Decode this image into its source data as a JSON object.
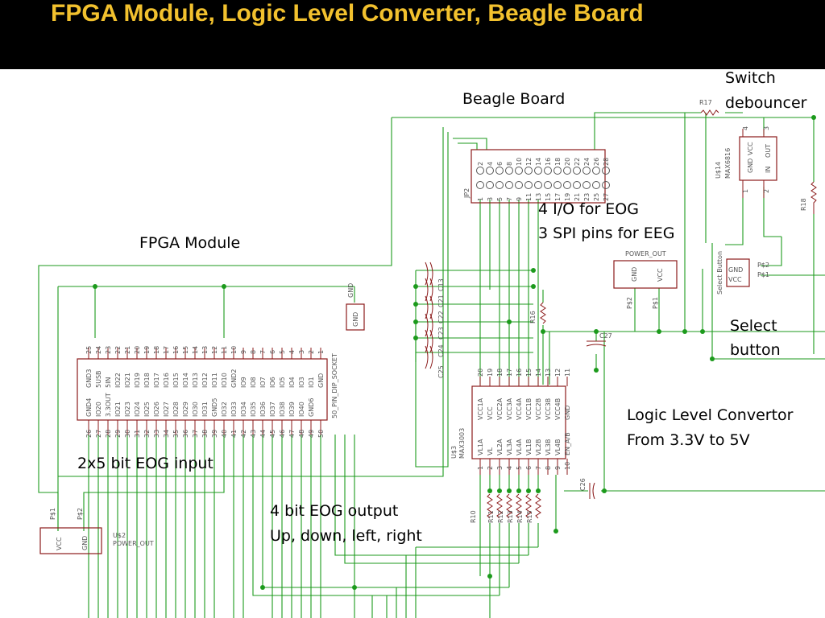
{
  "slide": {
    "title": "FPGA Module, Logic Level Converter, Beagle Board"
  },
  "annotations": {
    "beagle_board": "Beagle Board",
    "switch_debouncer_1": "Switch",
    "switch_debouncer_2": "debouncer",
    "io_eog": "4 I/O for EOG",
    "spi_eeg": "3 SPI pins for EEG",
    "fpga_module": "FPGA Module",
    "select_button_1": "Select",
    "select_button_2": "button",
    "logic_level_1": "Logic Level Convertor",
    "logic_level_2": "From 3.3V to 5V",
    "eog_input": "2x5 bit EOG input",
    "eog_output_1": "4 bit EOG output",
    "eog_output_2": "Up, down, left, right"
  },
  "components": {
    "beagle_header": {
      "ref": "JP2",
      "top_pins": [
        "2",
        "4",
        "6",
        "8",
        "10",
        "12",
        "14",
        "16",
        "18",
        "20",
        "22",
        "24",
        "26",
        "28"
      ],
      "bottom_pins": [
        "1",
        "3",
        "5",
        "7",
        "9",
        "11",
        "13",
        "15",
        "17",
        "19",
        "21",
        "23",
        "25",
        "27"
      ]
    },
    "fpga_socket": {
      "name": "50_PIN_DIP_SOCKET",
      "top_pins": [
        "25",
        "24",
        "23",
        "22",
        "21",
        "20",
        "19",
        "18",
        "17",
        "16",
        "15",
        "14",
        "13",
        "12",
        "11",
        "10",
        "9",
        "8",
        "7",
        "6",
        "5",
        "4",
        "3",
        "2",
        "1"
      ],
      "top_names": [
        "GND3",
        "5USB",
        "5IN",
        "IO22",
        "IO21",
        "IO19",
        "IO18",
        "IO17",
        "IO16",
        "IO15",
        "IO14",
        "IO13",
        "IO12",
        "IO11",
        "IO10",
        "GND2",
        "IO9",
        "IO8",
        "IO7",
        "IO6",
        "IO5",
        "IO4",
        "IO3",
        "IO1",
        "GND"
      ],
      "bottom_names": [
        "GND4",
        "IO20",
        "3.3OUT",
        "IO21",
        "IO23",
        "IO24",
        "IO25",
        "IO26",
        "IO27",
        "IO28",
        "IO29",
        "IO30",
        "IO31",
        "GND5",
        "IO32",
        "IO33",
        "IO34",
        "IO35",
        "IO36",
        "IO37",
        "IO38",
        "IO39",
        "IO40",
        "GND6",
        ""
      ],
      "bottom_pins": [
        "26",
        "27",
        "28",
        "29",
        "30",
        "31",
        "32",
        "33",
        "34",
        "35",
        "36",
        "37",
        "38",
        "39",
        "40",
        "41",
        "42",
        "43",
        "44",
        "45",
        "46",
        "47",
        "48",
        "49",
        "50"
      ]
    },
    "level_converter": {
      "ref": "U$3",
      "part": "MAX3003",
      "top_pins": [
        "20",
        "19",
        "18",
        "17",
        "16",
        "15",
        "14",
        "13",
        "12",
        "11"
      ],
      "top_names": [
        "VCC1A",
        "VCC",
        "VCC2A",
        "VCC3A",
        "VCC4A",
        "VCC1B",
        "VCC2B",
        "VCC3B",
        "VCC4B",
        "GND"
      ],
      "bottom_names": [
        "VL1A",
        "VL",
        "VL2A",
        "VL3A",
        "VL4A",
        "VL1B",
        "VL2B",
        "VL3B",
        "VL4B",
        "EN_A/B"
      ],
      "bottom_pins": [
        "1",
        "2",
        "3",
        "4",
        "5",
        "6",
        "7",
        "8",
        "9",
        "10"
      ]
    },
    "debouncer": {
      "ref": "U$14",
      "part": "MAX6816",
      "pin_labels": [
        "GND",
        "VCC",
        "IN",
        "OUT"
      ],
      "pins": [
        "4",
        "3",
        "1",
        "2"
      ]
    },
    "power_out_top": {
      "label": "POWER_OUT",
      "pins": [
        "GND",
        "VCC"
      ],
      "nets": [
        "P$2",
        "P$1"
      ]
    },
    "power_out_bottom": {
      "ref": "U$2",
      "label": "POWER_OUT",
      "pins": [
        "VCC",
        "GND"
      ],
      "nets": [
        "P$1",
        "P$2"
      ]
    },
    "gnd_box": {
      "label": "GND"
    },
    "select_button": {
      "label": "Select Button",
      "pins": [
        "GND",
        "VCC"
      ],
      "nets": [
        "P$2",
        "P$1"
      ]
    },
    "resistors": [
      "R17",
      "R18",
      "R16",
      "R10",
      "R11",
      "R12",
      "R13",
      "R14",
      "R15"
    ],
    "capacitors": [
      "C13",
      "C21",
      "C22",
      "C23",
      "C24",
      "C25",
      "C27",
      "C26"
    ]
  }
}
